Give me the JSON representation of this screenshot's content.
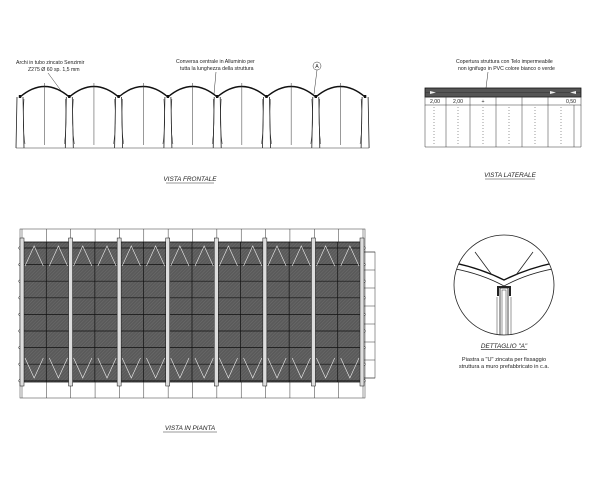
{
  "front": {
    "title": "VISTA  FRONTALE",
    "note_arches": [
      "Archi in tubo zincato Senzimir",
      "Z275 Ø 60 sp. 1,5 mm"
    ],
    "note_beam": [
      "Conversa centrale in Alluminio per",
      "tutta la lunghezza della struttura"
    ],
    "marker": "A"
  },
  "side": {
    "title": "VISTA  LATERALE",
    "note_cover": [
      "Copertura struttura con Telo impermeabile",
      "non ignifugo in PVC  colore bianco o verde"
    ],
    "dims": [
      "2,00",
      "2,00",
      "+",
      "0,50"
    ]
  },
  "plan": {
    "title": "VISTA  IN  PIANTA"
  },
  "detail": {
    "title": "DETTAGLIO \"A\"",
    "note": [
      "Piastra a \"U\" zincata per fissaggio",
      "struttura a muro prefabbricato in c.a."
    ]
  }
}
